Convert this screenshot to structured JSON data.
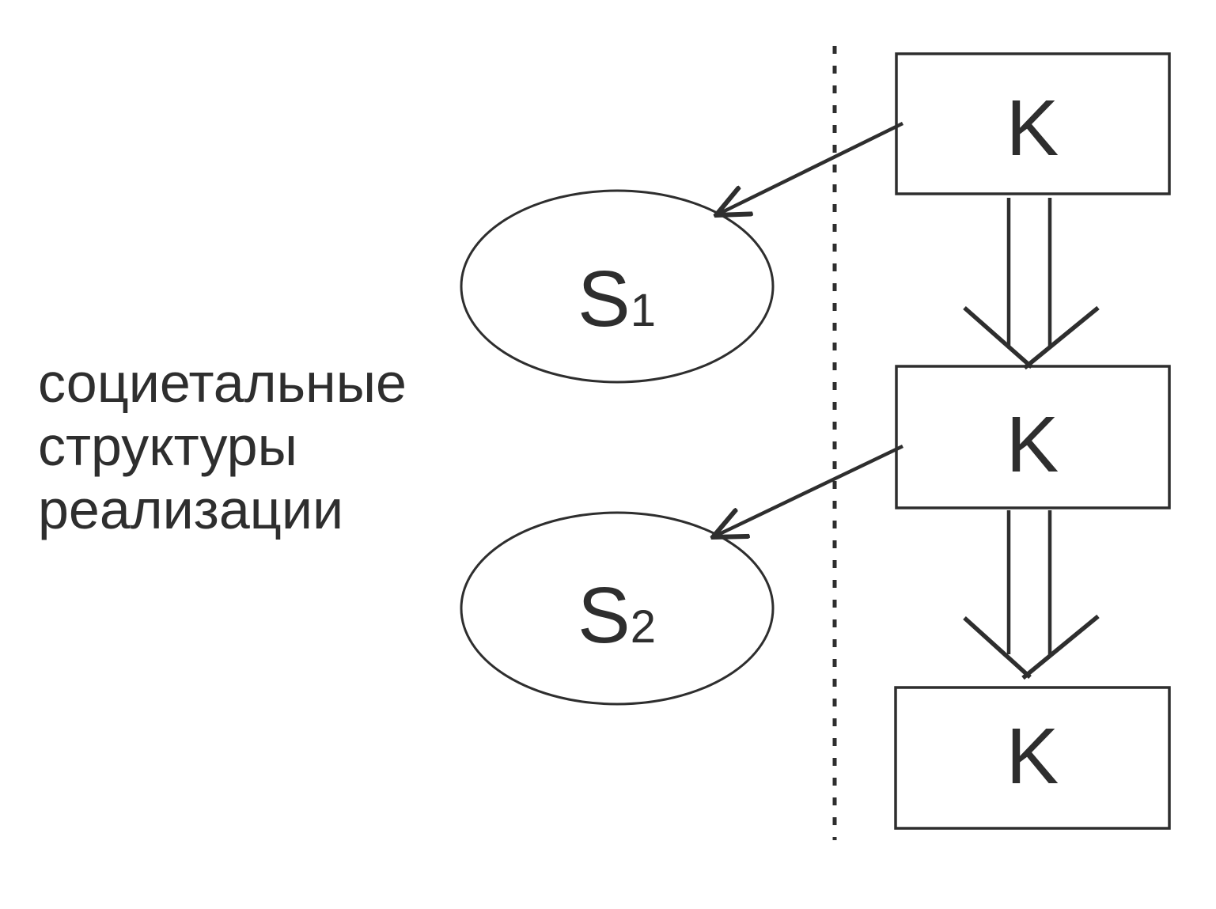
{
  "diagram": {
    "side_label": {
      "lines": [
        "социетальные",
        "структуры",
        "реализации"
      ]
    },
    "ellipses": [
      {
        "id": "S1",
        "letter": "S",
        "subscript": "1"
      },
      {
        "id": "S2",
        "letter": "S",
        "subscript": "2"
      }
    ],
    "boxes": [
      {
        "id": "K-top",
        "label": "K"
      },
      {
        "id": "K-middle",
        "label": "K"
      },
      {
        "id": "K-bottom",
        "label": "K"
      }
    ],
    "colors": {
      "ink": "#2e2e2e",
      "background": "#ffffff"
    }
  }
}
